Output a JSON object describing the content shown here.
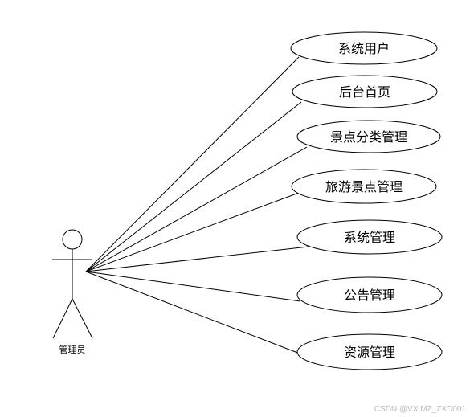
{
  "actor": {
    "label": "管理员"
  },
  "use_cases": [
    {
      "label": "系统用户"
    },
    {
      "label": "后台首页"
    },
    {
      "label": "景点分类管理"
    },
    {
      "label": "旅游景点管理"
    },
    {
      "label": "系统管理"
    },
    {
      "label": "公告管理"
    },
    {
      "label": "资源管理"
    }
  ],
  "watermark": "CSDN @VX:MZ_ZXD001",
  "colors": {
    "line": "#000000",
    "background": "#ffffff",
    "watermark": "#b8b8b8"
  }
}
